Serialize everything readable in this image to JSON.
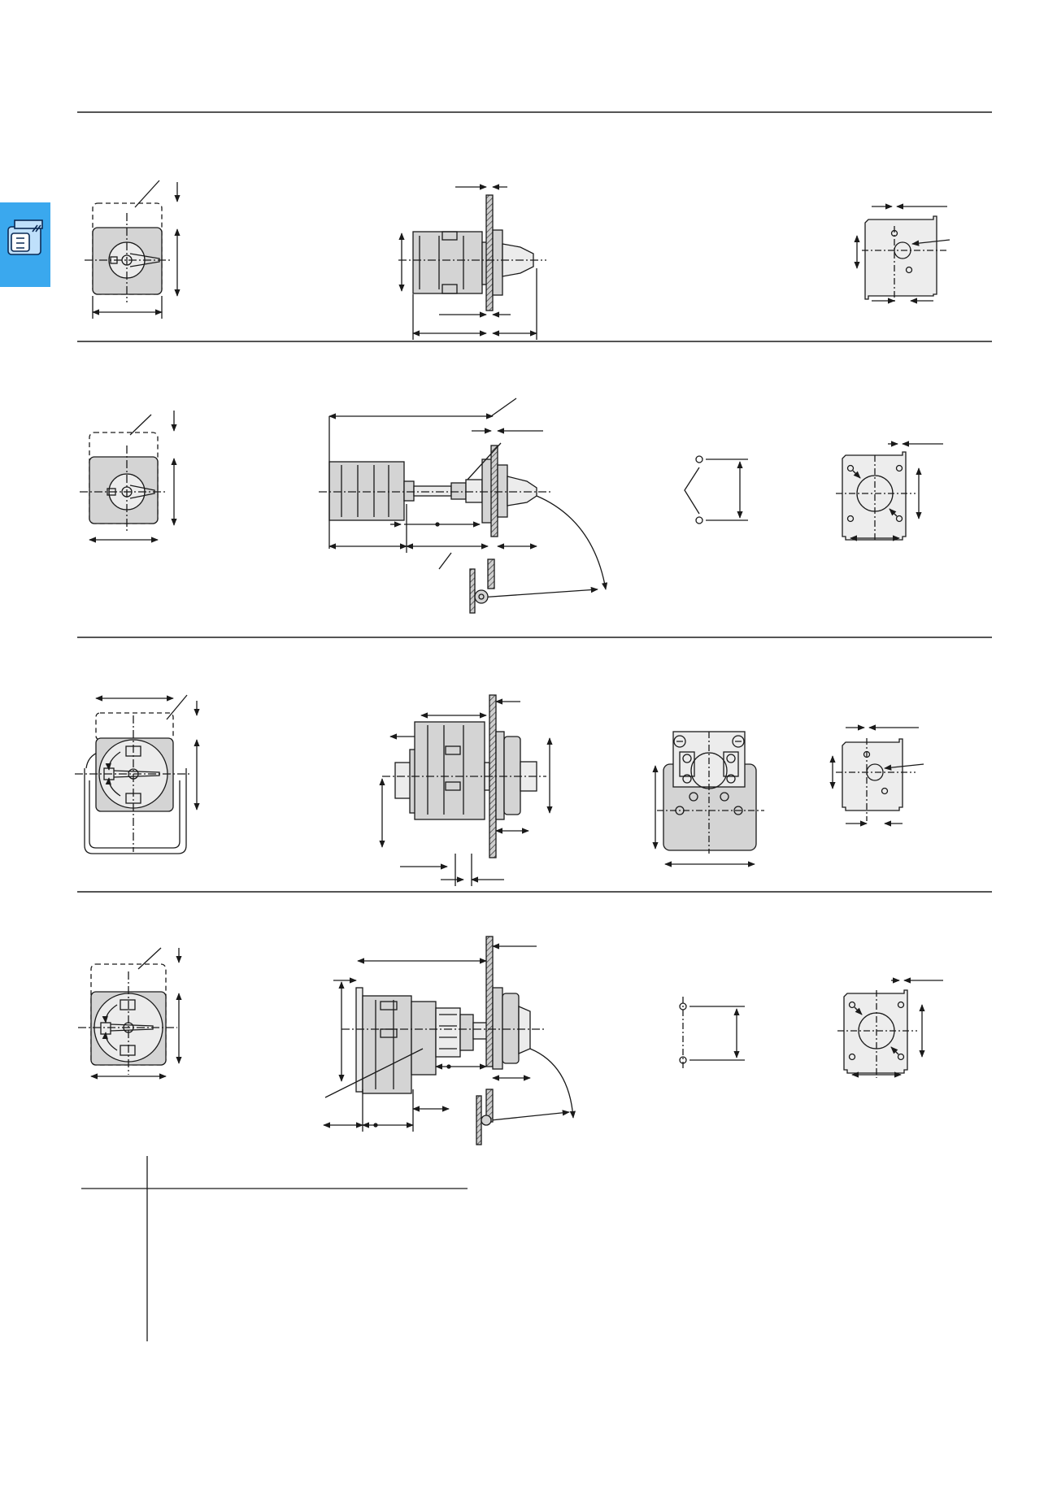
{
  "page": {
    "background": "#ffffff",
    "rule_color": "#555555",
    "line_color": "#1a1a1a",
    "body_fill": "#d4d4d4",
    "tab_color": "#3aa8ee"
  },
  "side_tab": {
    "icon": "rotary-switch-icon"
  },
  "sections": [
    {
      "id": "row-1",
      "views": [
        "front-view",
        "side-view",
        "panel-cutout"
      ]
    },
    {
      "id": "row-2",
      "views": [
        "front-view",
        "side-view-extended-shaft",
        "hole-pattern",
        "panel-cutout"
      ]
    },
    {
      "id": "row-3",
      "views": [
        "front-view-padlock-handle",
        "side-view",
        "rear-terminal-view",
        "panel-cutout"
      ]
    },
    {
      "id": "row-4",
      "views": [
        "front-view",
        "side-view-extended-shaft",
        "hole-pattern",
        "panel-cutout"
      ]
    }
  ],
  "table": {
    "columns": 2,
    "rows": 0
  }
}
